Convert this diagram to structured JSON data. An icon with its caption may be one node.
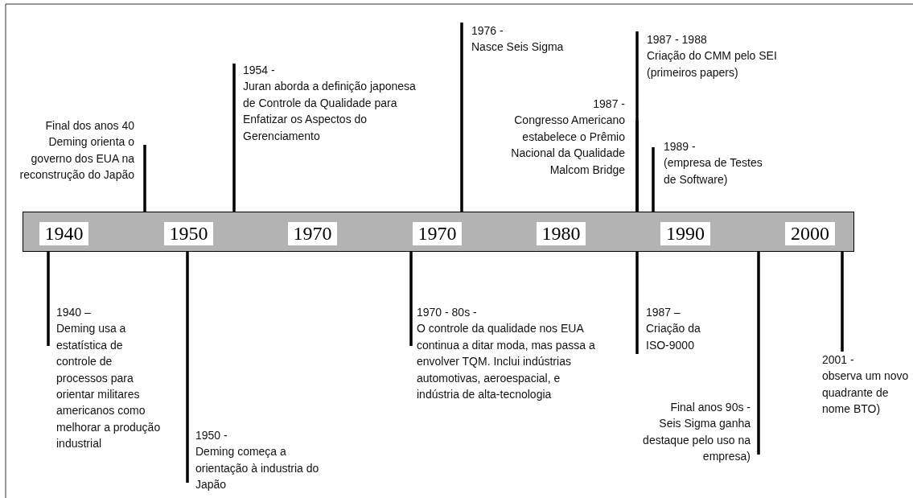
{
  "diagram": {
    "nodes": [
      {
        "text": [],
        "shape": "bar"
      },
      {
        "text": [
          "1940"
        ],
        "in": 0
      },
      {
        "text": [
          "1950"
        ],
        "in": 0
      },
      {
        "text": [
          "1970"
        ],
        "in": 0
      },
      {
        "text": [
          "1970"
        ],
        "in": 0
      },
      {
        "text": [
          "1980"
        ],
        "in": 0
      },
      {
        "text": [
          "1990"
        ],
        "in": 0
      },
      {
        "text": [
          "2000"
        ],
        "in": 0
      },
      {
        "text": [
          "Final dos anos 40 Deming orienta o governo dos EUA na reconstrução do Japão"
        ]
      },
      {
        "text": [
          "1954 -",
          "Juran aborda a definição japonesa de Controle da Qualidade para Enfatizar os Aspectos do Gerenciamento"
        ]
      },
      {
        "text": [
          "1976 -",
          "Nasce Seis Sigma"
        ]
      },
      {
        "text": [
          "1987 -",
          "Congresso Americano estabelece o Prêmio Nacional da Qualidade Malcom Bridge"
        ]
      },
      {
        "text": [
          "1987 - 1988",
          "Criação do CMM pelo SEI (primeiros papers)"
        ]
      },
      {
        "text": [
          "1989 -",
          "(empresa de Testes de Software)"
        ]
      },
      {
        "text": [
          "1940 –",
          "Deming usa a estatística de controle de processos para orientar militares americanos como melhorar a produção industrial"
        ]
      },
      {
        "text": [
          "1950 -",
          "Deming começa a orientação à industria do Japão"
        ]
      },
      {
        "text": [
          "1970 - 80s -",
          "O controle da qualidade nos EUA continua a ditar moda, mas passa a envolver TQM. Inclui indústrias automotivas, aeroespacial, e indústria de alta-tecnologia"
        ]
      },
      {
        "text": [
          "1987 –",
          "Criação da ISO-9000"
        ]
      },
      {
        "text": [
          "Final anos 90s -",
          "Seis Sigma ganha destaque pelo uso na empresa)"
        ]
      },
      {
        "text": [
          "2001 -",
          "observa um novo quadrante de nome BTO)"
        ]
      }
    ],
    "edges": [
      {
        "from": 8,
        "to": 0,
        "arrow": "none"
      },
      {
        "from": 9,
        "to": 0,
        "arrow": "none"
      },
      {
        "from": 10,
        "to": 0,
        "arrow": "none"
      },
      {
        "from": 11,
        "to": 0,
        "arrow": "none"
      },
      {
        "from": 12,
        "to": 0,
        "arrow": "none"
      },
      {
        "from": 13,
        "to": 0,
        "arrow": "none"
      },
      {
        "from": 14,
        "to": 0,
        "arrow": "none"
      },
      {
        "from": 15,
        "to": 0,
        "arrow": "none"
      },
      {
        "from": 16,
        "to": 0,
        "arrow": "none"
      },
      {
        "from": 17,
        "to": 0,
        "arrow": "none"
      },
      {
        "from": 18,
        "to": 0,
        "arrow": "none"
      },
      {
        "from": 19,
        "to": 0,
        "arrow": "none"
      }
    ]
  }
}
